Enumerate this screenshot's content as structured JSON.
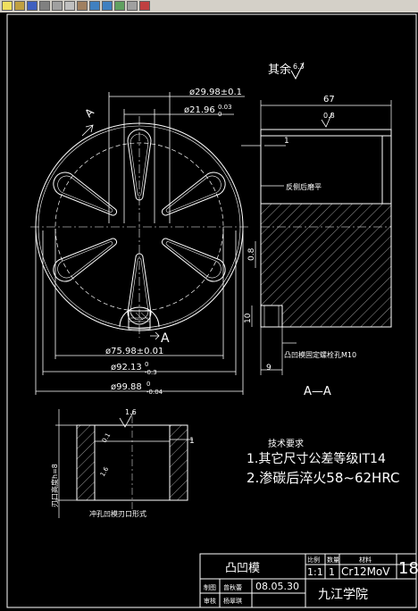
{
  "toolbar": {
    "icons": [
      "new-icon",
      "open-icon",
      "save-icon",
      "print-icon",
      "cut-icon",
      "copy-icon",
      "paste-icon",
      "undo-icon",
      "redo-icon",
      "zoom-icon",
      "pan-icon",
      "layer-icon"
    ]
  },
  "drawing": {
    "roughness_rest": "其余",
    "roughness_rest_val": "6.3",
    "dims": {
      "d1": "ø29.98±0.1",
      "d2": "ø21.96",
      "d2_tol": "0.03",
      "d2_tol_lo": "0",
      "d3": "ø75.98±0.01",
      "d4": "ø92.13",
      "d4_tol": "0",
      "d4_tol_lo": "-0.3",
      "d5": "ø99.88",
      "d5_tol": "0",
      "d5_tol_lo": "-0.04",
      "len": "67",
      "rough": "0.8",
      "gap": "1",
      "side_08": "0.8",
      "ten": "10",
      "nine": "9",
      "a_rough": "1.6",
      "h": "0.8",
      "one": "1",
      "a_label": "A"
    },
    "notes": {
      "flatten": "反侧后磨平",
      "screw": "凸凹模固定螺栓孔M10",
      "section": "A—A",
      "detail": "冲孔凹模刃口形式",
      "detail_h": "刃口高度h=8",
      "detail_rough": "1.6",
      "detail_one": "1",
      "detail_a": "0.1",
      "detail_b": "1.6"
    },
    "requirements": {
      "title": "技术要求",
      "item1": "1.其它尺寸公差等级IT14",
      "item2": "2.渗碳后淬火58~62HRC"
    },
    "title_block": {
      "part_name": "凸凹模",
      "scale_label": "比例",
      "qty_label": "数量",
      "mat_label": "材料",
      "scale": "1:1",
      "qty": "1",
      "material": "Cr12MoV",
      "sheet": "18",
      "drawn_label": "制图",
      "drawn_by": "曾秋蕾",
      "date": "08.05.30",
      "check_label": "审核",
      "checked_by": "杨翠琪",
      "school": "九江学院"
    }
  }
}
